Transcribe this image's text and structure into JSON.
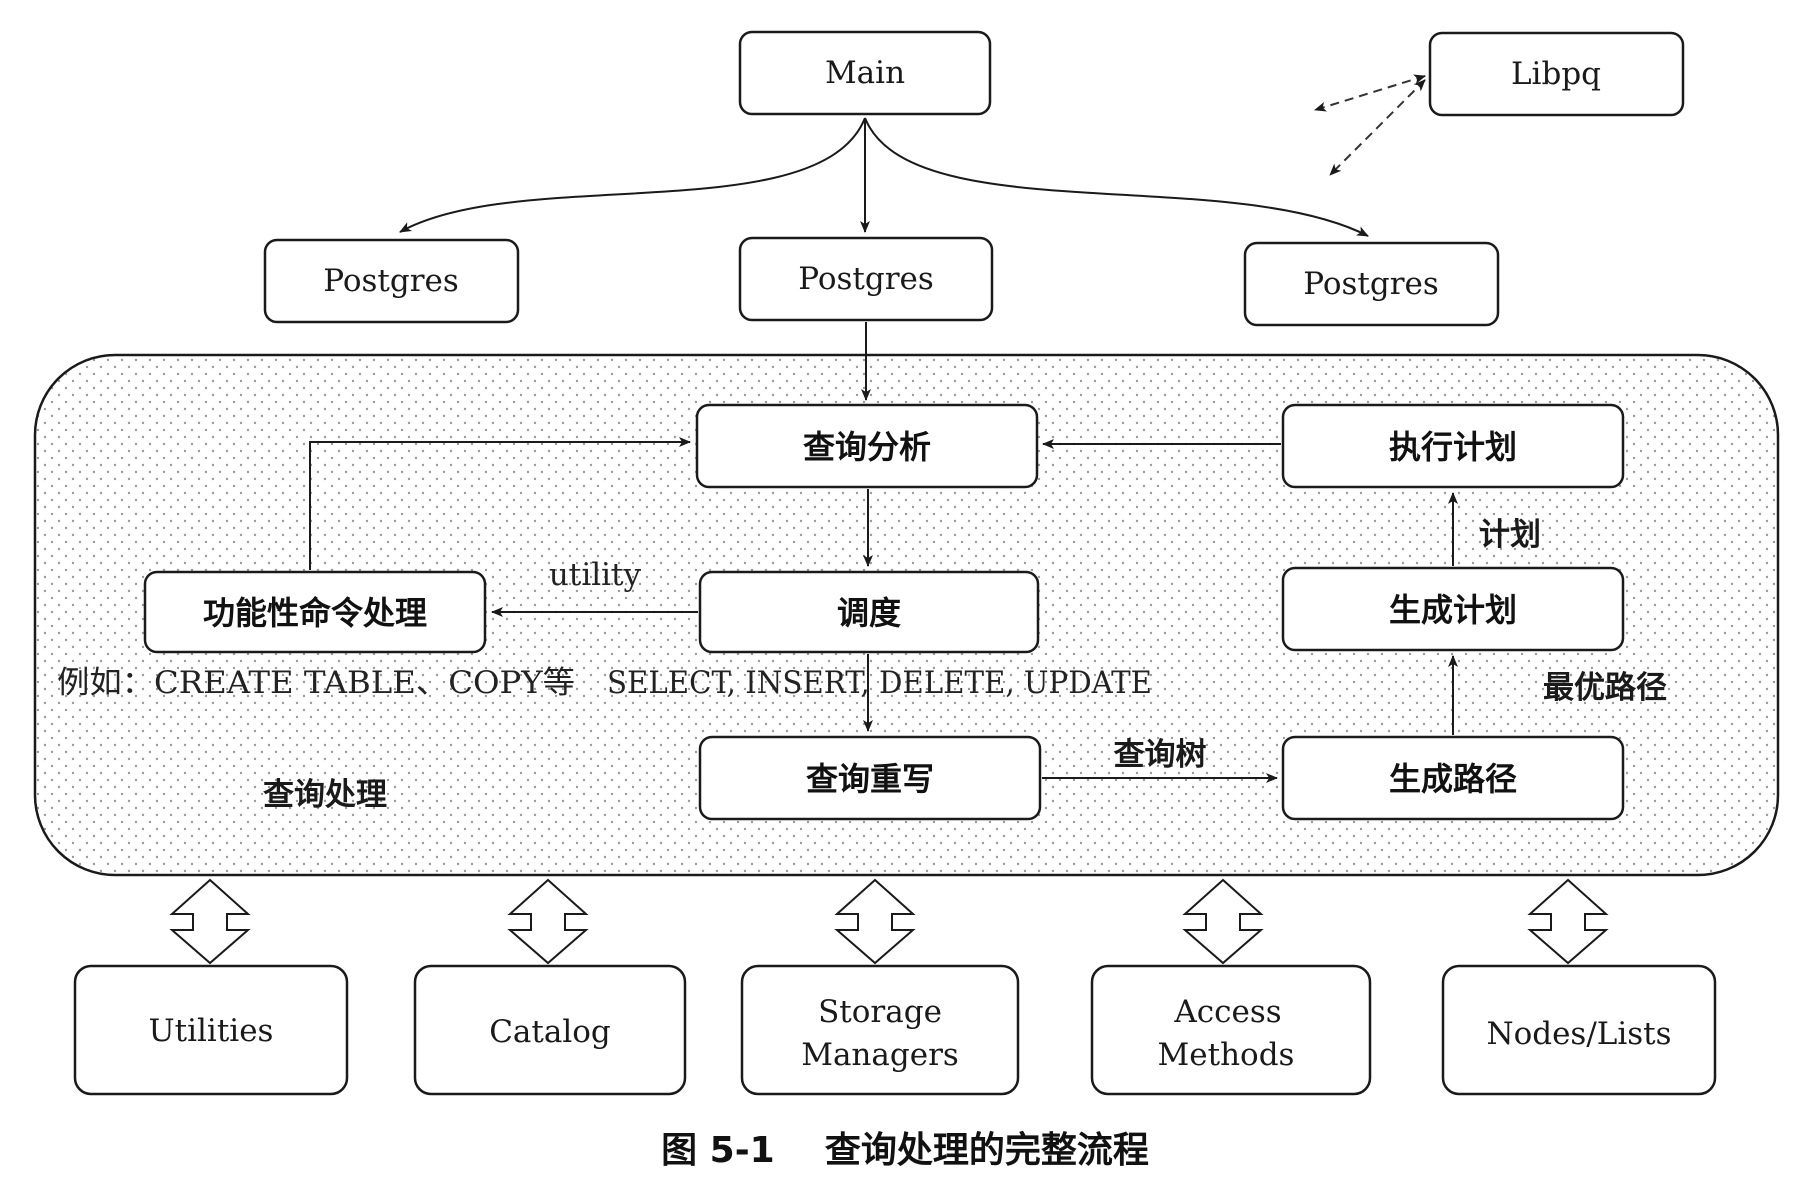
{
  "top": {
    "main": "Main",
    "libpq": "Libpq",
    "postgres_left": "Postgres",
    "postgres_center": "Postgres",
    "postgres_right": "Postgres"
  },
  "process": {
    "container_label": "查询处理",
    "query_parse": "查询分析",
    "schedule": "调度",
    "query_rewrite": "查询重写",
    "utility_cmd": "功能性命令处理",
    "exec_plan": "执行计划",
    "gen_plan": "生成计划",
    "gen_path": "生成路径",
    "edge_utility": "utility",
    "edge_plan": "计划",
    "edge_best_path": "最优路径",
    "edge_query_tree": "查询树",
    "note_examples": "例如：CREATE TABLE、COPY等",
    "note_dml": "SELECT, INSERT, DELETE, UPDATE"
  },
  "modules": {
    "utilities": "Utilities",
    "catalog": "Catalog",
    "storage_line1": "Storage",
    "storage_line2": "Managers",
    "access_line1": "Access",
    "access_line2": "Methods",
    "nodes": "Nodes/Lists"
  },
  "caption": "图 5-1    查询处理的完整流程"
}
